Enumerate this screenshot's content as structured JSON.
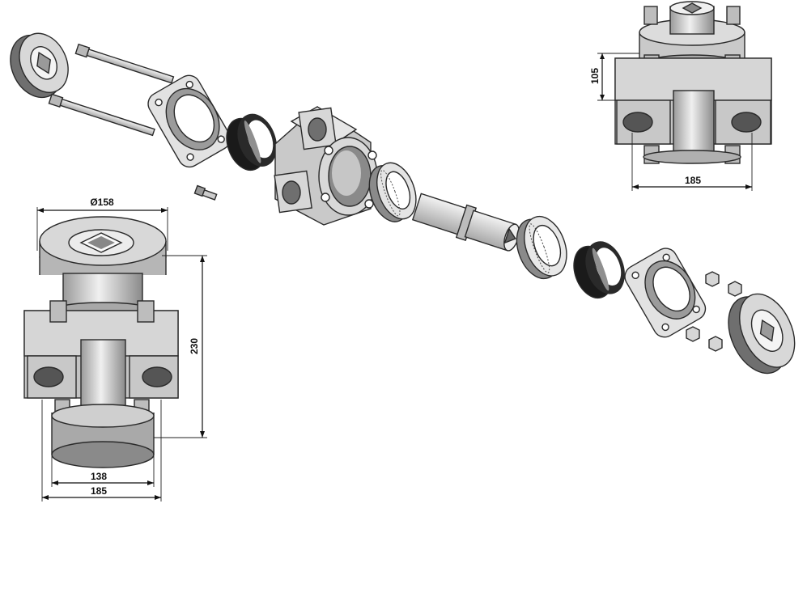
{
  "drawing": {
    "type": "exploded-parts-diagram",
    "colors": {
      "background": "#ffffff",
      "part_light": "#e6e6e6",
      "part_mid": "#bdbdbd",
      "part_dark": "#7a7a7a",
      "part_black": "#1a1a1a",
      "line": "#111111"
    },
    "dimensions": {
      "front_view": {
        "diameter": "Ø158",
        "height": "230",
        "inner_width": "138",
        "outer_width": "185"
      },
      "top_right_view": {
        "offset": "105",
        "width": "185"
      }
    }
  }
}
